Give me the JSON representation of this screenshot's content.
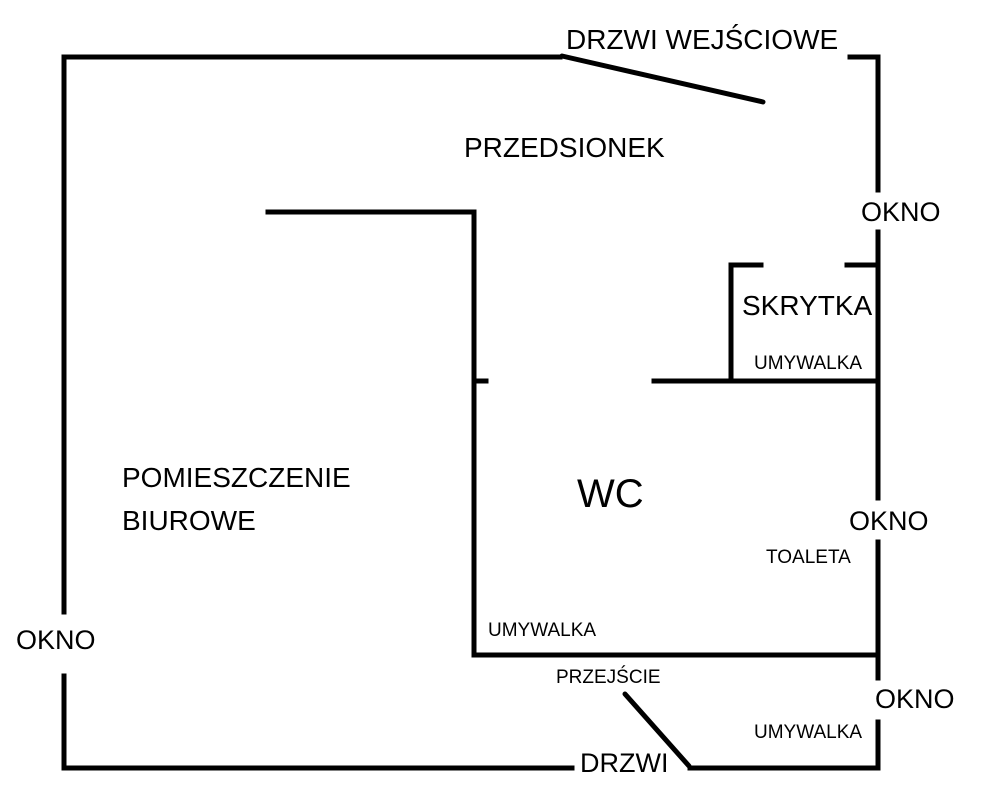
{
  "plan": {
    "colors": {
      "wall": "#000000",
      "background": "#ffffff",
      "text": "#000000"
    },
    "labels": {
      "entrance_door": "DRZWI WEJŚCIOWE",
      "vestibule": "PRZEDSIONEK",
      "window_right_top": "OKNO",
      "storage": "SKRYTKA",
      "sink_storage": "UMYWALKA",
      "office_line1": "POMIESZCZENIE",
      "office_line2": "BIUROWE",
      "wc": "WC",
      "window_right_mid": "OKNO",
      "toilet": "TOALETA",
      "sink_wc": "UMYWALKA",
      "window_left": "OKNO",
      "passage": "PRZEJŚCIE",
      "window_right_bottom": "OKNO",
      "sink_bottom": "UMYWALKA",
      "door": "DRZWI"
    }
  }
}
